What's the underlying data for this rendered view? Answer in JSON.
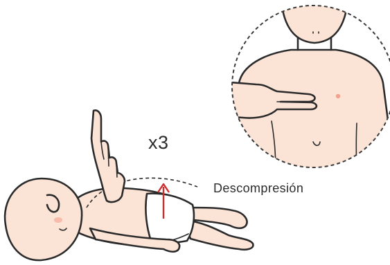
{
  "annotations": {
    "repeat_count": "x3",
    "motion_label": "Descompresión"
  },
  "colors": {
    "skin": "#fbe3d6",
    "outline": "#2b2b2b",
    "arrow": "#d12c2c",
    "nipple": "#f3a08e",
    "cheek": "#f3a08e",
    "diaper": "#ffffff"
  },
  "icons": {
    "arrow": "upward-arrow-icon",
    "detail": "magnified-chest-detail"
  }
}
